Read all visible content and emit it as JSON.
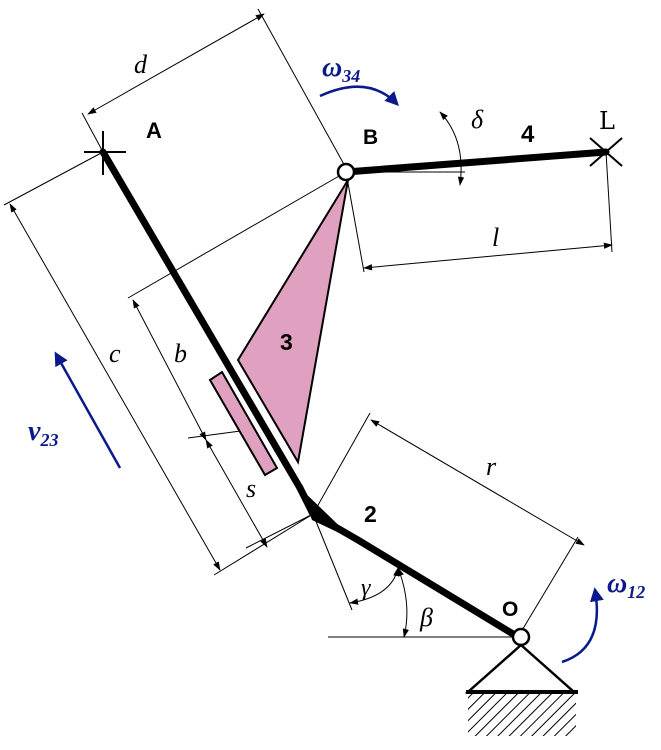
{
  "diagram": {
    "labels": {
      "A": "A",
      "B": "B",
      "O": "O",
      "L": "L",
      "link2": "2",
      "link3": "3",
      "link4": "4",
      "d": "d",
      "delta": "δ",
      "l": "l",
      "b": "b",
      "c": "c",
      "s": "s",
      "r": "r",
      "gamma": "γ",
      "beta": "β"
    },
    "omega34": {
      "symbol": "ω",
      "sub": "34"
    },
    "omega12": {
      "symbol": "ω",
      "sub": "12"
    },
    "v23": {
      "symbol": "v",
      "sub": "23"
    },
    "colors": {
      "link": "#000000",
      "triangle_fill": "#e0a0c0",
      "accent_blue": "#0a1a8a"
    }
  }
}
